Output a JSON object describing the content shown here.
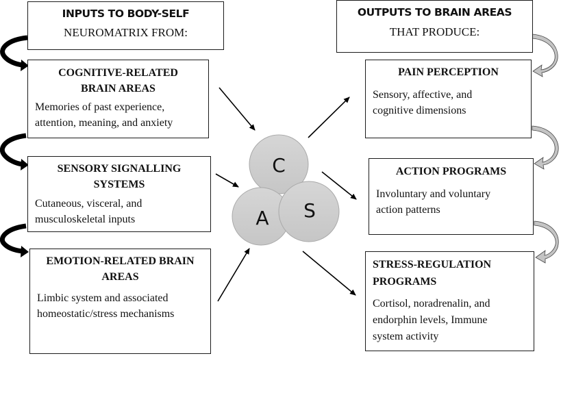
{
  "inputs_header": {
    "title": "INPUTS TO BODY-SELF",
    "subtitle": "NEUROMATRIX FROM:"
  },
  "outputs_header": {
    "title": "OUTPUTS TO BRAIN AREAS",
    "subtitle": "THAT PRODUCE:"
  },
  "inputs": [
    {
      "title_lines": [
        "COGNITIVE-RELATED",
        "BRAIN AREAS"
      ],
      "description_lines": [
        "Memories of past experience,",
        "attention, meaning, and anxiety"
      ]
    },
    {
      "title_lines": [
        "SENSORY SIGNALLING",
        "SYSTEMS"
      ],
      "description_lines": [
        "Cutaneous, visceral, and",
        "musculoskeletal inputs"
      ]
    },
    {
      "title_lines": [
        "EMOTION-RELATED BRAIN",
        "AREAS"
      ],
      "description_lines": [
        "Limbic system and associated",
        "homeostatic/stress mechanisms"
      ]
    }
  ],
  "outputs": [
    {
      "title_lines": [
        "PAIN PERCEPTION"
      ],
      "description_lines": [
        "Sensory, affective, and",
        "cognitive dimensions"
      ]
    },
    {
      "title_lines": [
        "ACTION PROGRAMS"
      ],
      "description_lines": [
        "Involuntary and voluntary",
        "action patterns"
      ]
    },
    {
      "title_lines": [
        "STRESS-REGULATION",
        "PROGRAMS"
      ],
      "description_lines": [
        "Cortisol, noradrenalin, and",
        "endorphin levels, Immune",
        "system activity"
      ]
    }
  ],
  "neuromatrix": {
    "circles": [
      {
        "id": "cognitive",
        "label": "C"
      },
      {
        "id": "affective",
        "label": "A"
      },
      {
        "id": "sensory",
        "label": "S"
      }
    ]
  },
  "colors": {
    "circle_fill": "#cfcfcf",
    "circle_stroke": "#a9a9a9",
    "input_flow_arrow": "#000000",
    "output_flow_arrow_fill": "#c4c4c4",
    "line": "#000000"
  }
}
